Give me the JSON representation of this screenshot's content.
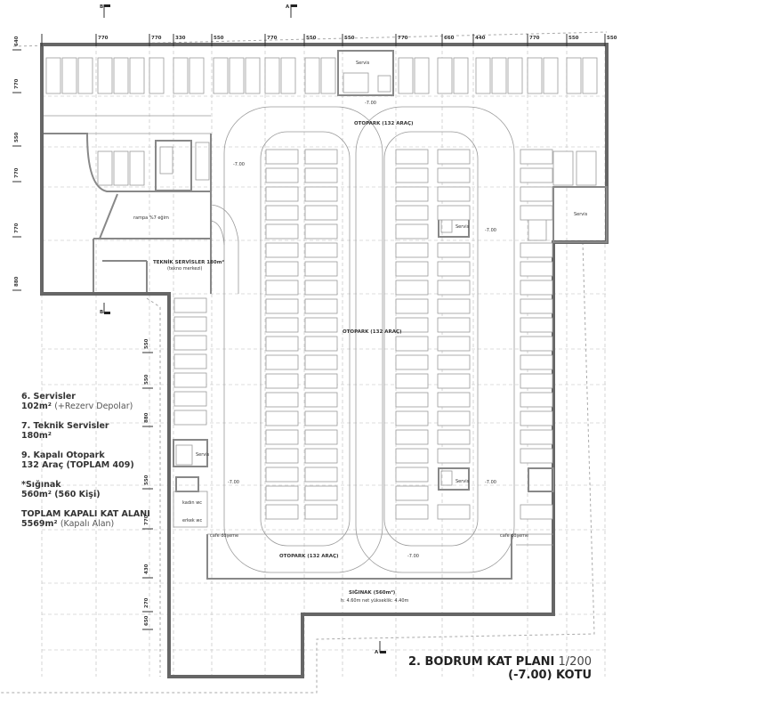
{
  "dimensions": {
    "top": [
      "770",
      "770",
      "330",
      "550",
      "770",
      "550",
      "550",
      "770",
      "660",
      "440",
      "770",
      "550",
      "550"
    ],
    "left_upper": [
      "640",
      "770",
      "550",
      "770",
      "770",
      "880"
    ],
    "left_lower": [
      "550",
      "550",
      "880",
      "550",
      "770",
      "430",
      "270",
      "650"
    ]
  },
  "section_markers": {
    "a": "A",
    "b": "B"
  },
  "labels": {
    "servis": "Servis",
    "level": "-7.00",
    "otopark": "OTOPARK (132 ARAÇ)",
    "ramp": "rampa %7 eğim",
    "technical": "TEKNİK SERVİSLER 180m²",
    "technical_sub": "(tekno merkezi)",
    "shelter": "SIĞINAK (560m²)",
    "shelter_sub": "h: 4.60m net yükseklik: 4.40m",
    "wc_women": "kadın wc",
    "wc_men": "erkek wc",
    "floor_note": "cafe döşeme"
  },
  "legend": [
    {
      "title": "6. Servisler",
      "value": "102m²",
      "note": "(+Rezerv Depolar)"
    },
    {
      "title": "7. Teknik Servisler",
      "value": "180m²",
      "note": ""
    },
    {
      "title": "9. Kapalı Otopark",
      "value": "132 Araç (TOPLAM 409)",
      "note": ""
    },
    {
      "title": "*Sığınak",
      "value": "560m² (560 Kişi)",
      "note": ""
    },
    {
      "title": "TOPLAM KAPALI KAT ALANI",
      "value": "5569m²",
      "note": "(Kapalı Alan)"
    }
  ],
  "title": {
    "main": "2. BODRUM KAT PLANI",
    "scale": "1/200",
    "sub": "(-7.00) KOTU"
  }
}
